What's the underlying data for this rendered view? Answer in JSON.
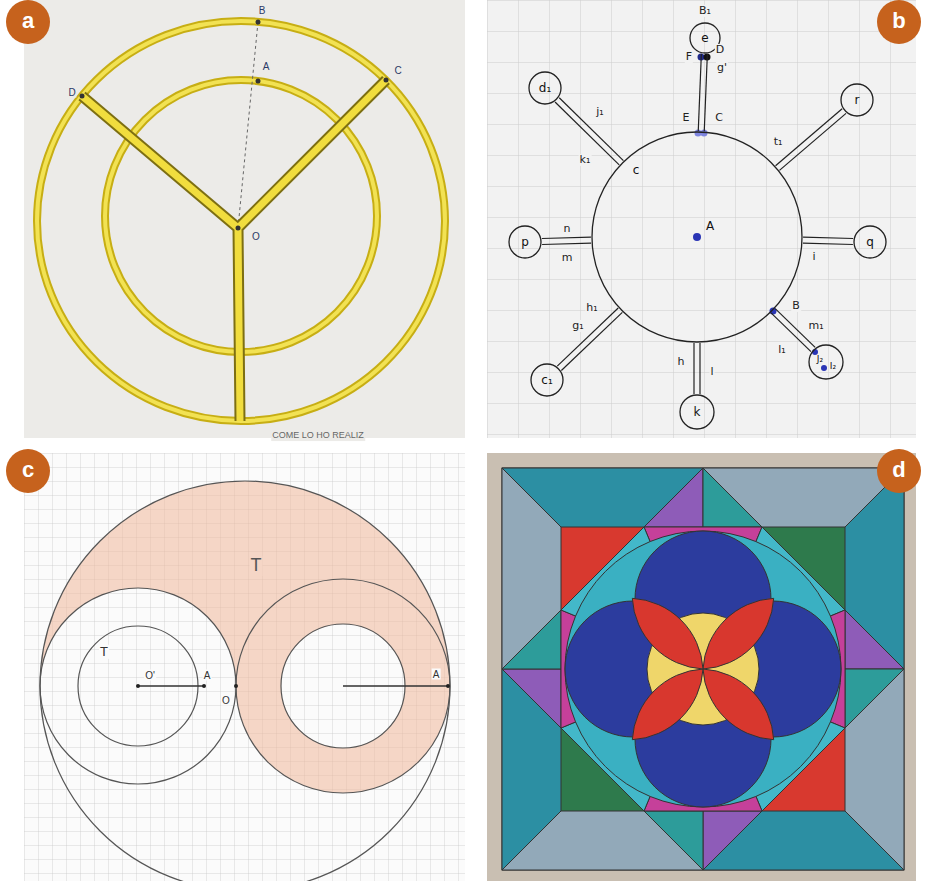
{
  "diagram": {
    "nodes": [
      {
        "text": [
          "a"
        ]
      },
      {
        "text": [
          "b"
        ]
      },
      {
        "text": [
          "c"
        ]
      },
      {
        "text": [
          "d"
        ]
      },
      {
        "text": [
          "c",
          "A"
        ]
      },
      {
        "text": [
          "e"
        ]
      },
      {
        "text": [
          "d₁"
        ]
      },
      {
        "text": [
          "r"
        ]
      },
      {
        "text": [
          "p"
        ]
      },
      {
        "text": [
          "q"
        ]
      },
      {
        "text": [
          "J₂",
          "I₂"
        ]
      },
      {
        "text": [
          "c₁"
        ]
      },
      {
        "text": [
          "k"
        ]
      }
    ],
    "edges": [
      {
        "from": 4,
        "to": 5,
        "arrow": "none"
      },
      {
        "from": 4,
        "to": 6,
        "arrow": "none"
      },
      {
        "from": 4,
        "to": 7,
        "arrow": "none"
      },
      {
        "from": 4,
        "to": 8,
        "arrow": "none"
      },
      {
        "from": 4,
        "to": 9,
        "arrow": "none"
      },
      {
        "from": 4,
        "to": 10,
        "arrow": "none"
      },
      {
        "from": 4,
        "to": 11,
        "arrow": "none"
      },
      {
        "from": 4,
        "to": 12,
        "arrow": "none"
      }
    ],
    "labels": [
      "B",
      "A",
      "D",
      "C",
      "O",
      "COME LO HO REALIZ",
      "B₁",
      "F",
      "D",
      "g'",
      "E",
      "C",
      "j₁",
      "k₁",
      "t₁",
      "n",
      "m",
      "i",
      "B",
      "m₁",
      "l₁",
      "h₁",
      "g₁",
      "h",
      "l",
      "T",
      "T",
      "O'",
      "A",
      "O",
      "A"
    ]
  }
}
